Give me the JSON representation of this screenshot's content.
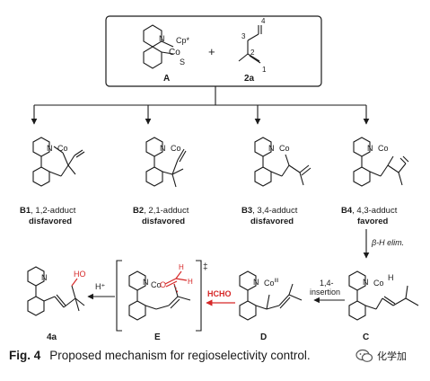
{
  "top": {
    "plus": "+",
    "catalyst": {
      "label": "A",
      "co": "Co",
      "cp": "Cp*",
      "s": "S",
      "n": "N"
    },
    "diene": {
      "label": "2a",
      "n1": "1",
      "n2": "2",
      "n3": "3",
      "n4": "4"
    }
  },
  "adducts": [
    {
      "id": "B1",
      "desc": ", 1,2-adduct",
      "verdict": "disfavored"
    },
    {
      "id": "B2",
      "desc": ", 2,1-adduct",
      "verdict": "disfavored"
    },
    {
      "id": "B3",
      "desc": ", 3,4-adduct",
      "verdict": "disfavored"
    },
    {
      "id": "B4",
      "desc": ", 4,3-adduct",
      "verdict": "favored"
    }
  ],
  "atoms": {
    "n": "N",
    "co": "Co",
    "h": "H",
    "o": "O",
    "ho": "HO",
    "co3": "Co",
    "roman3": "III"
  },
  "steps": {
    "beta_h": "β-H elim.",
    "insertion_1": "1,4-",
    "insertion_2": "insertion",
    "hcho": "HCHO",
    "hplus": "H⁺",
    "dagger": "‡"
  },
  "intermediates": {
    "c": "C",
    "d": "D",
    "e": "E",
    "product": "4a"
  },
  "caption": {
    "fig": "Fig. 4",
    "text": "Proposed mechanism for regioselectivity control."
  },
  "watermark": {
    "text": "化学加"
  },
  "colors": {
    "ink": "#1a1a1a",
    "highlight": "#d62828"
  }
}
